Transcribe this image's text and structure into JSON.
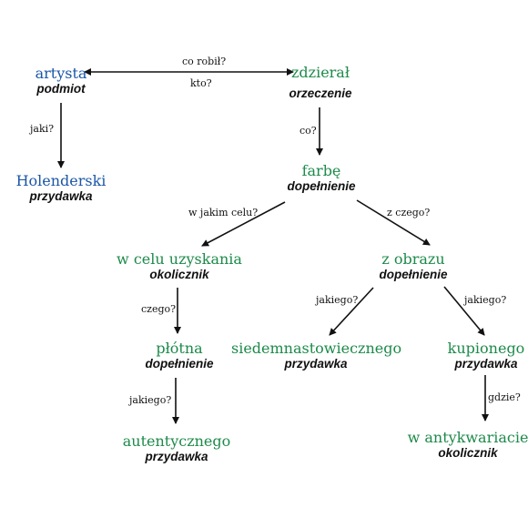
{
  "colors": {
    "subject": "#1a56a8",
    "other": "#1d8a4a",
    "role": "#111111",
    "arrow": "#111111"
  },
  "nodes": {
    "artysta": {
      "word": "artysta",
      "role": "podmiot",
      "color": "subject"
    },
    "zdzieral": {
      "word": "zdzierał",
      "role": "orzeczenie",
      "color": "other"
    },
    "holenderski": {
      "word": "Holenderski",
      "role": "przydawka",
      "color": "subject"
    },
    "farbe": {
      "word": "farbę",
      "role": "dopełnienie",
      "color": "other"
    },
    "w_celu": {
      "word": "w celu uzyskania",
      "role": "okolicznik",
      "color": "other"
    },
    "z_obrazu": {
      "word": "z obrazu",
      "role": "dopełnienie",
      "color": "other"
    },
    "plotna": {
      "word": "płótna",
      "role": "dopełnienie",
      "color": "other"
    },
    "siedemnasto": {
      "word": "siedemnastowiecznego",
      "role": "przydawka",
      "color": "other"
    },
    "kupionego": {
      "word": "kupionego",
      "role": "przydawka",
      "color": "other"
    },
    "autentycznego": {
      "word": "autentycznego",
      "role": "przydawka",
      "color": "other"
    },
    "w_antykwariacie": {
      "word": "w antykwariacie",
      "role": "okolicznik",
      "color": "other"
    }
  },
  "questions": {
    "co_robil": "co robił?",
    "kto": "kto?",
    "jaki": "jaki?",
    "co": "co?",
    "w_jakim_celu": "w jakim celu?",
    "z_czego": "z czego?",
    "czego": "czego?",
    "jakiego_1": "jakiego?",
    "jakiego_2": "jakiego?",
    "jakiego_3": "jakiego?",
    "gdzie": "gdzie?"
  }
}
